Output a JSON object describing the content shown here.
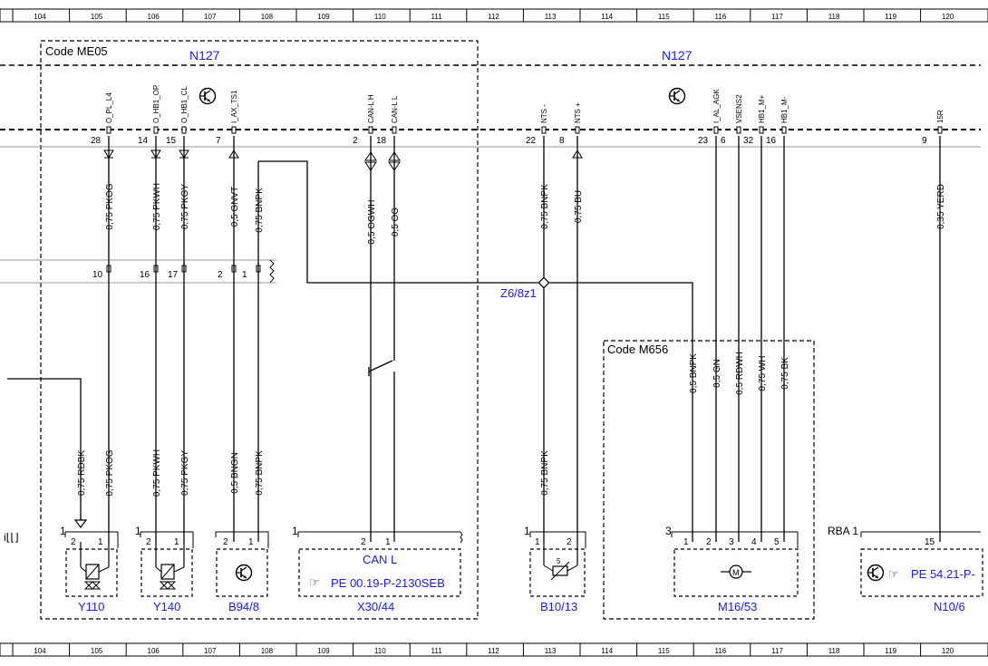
{
  "grid_columns": [
    "104",
    "105",
    "106",
    "107",
    "108",
    "109",
    "110",
    "111",
    "112",
    "113",
    "114",
    "115",
    "116",
    "117",
    "118",
    "119",
    "120"
  ],
  "code_boxes": {
    "me05": "Code ME05",
    "m656": "Code M656"
  },
  "module": {
    "left_label": "N127",
    "right_label": "N127"
  },
  "upper_pins": [
    {
      "signal": "O_PL_L4",
      "pin": "28",
      "wire": "0,75 PKOG"
    },
    {
      "signal": "O_HB1_OP",
      "pin": "14",
      "wire": "0,75 PKWH"
    },
    {
      "signal": "O_HB1_CL",
      "pin": "15",
      "wire": "0,75 PKGY"
    },
    {
      "signal": "I_AX_TS1",
      "pin": "7",
      "wire": "0,5 GNVT"
    },
    {
      "signal": "",
      "pin": "",
      "wire": "0,75 BNPK"
    },
    {
      "signal": "CAN-L H",
      "pin": "2",
      "wire": "0,5 OGWH"
    },
    {
      "signal": "CAN-L L",
      "pin": "18",
      "wire": "0,5 OG"
    },
    {
      "signal": "NTS -",
      "pin": "22",
      "wire": "0,75 BNPK"
    },
    {
      "signal": "NTS +",
      "pin": "8",
      "wire": "0,75 BU"
    },
    {
      "signal": "I_AL_AGK",
      "pin": "23",
      "wire": ""
    },
    {
      "signal": "VSENS2",
      "pin": "6",
      "wire": ""
    },
    {
      "signal": "HB1_M+",
      "pin": "32",
      "wire": ""
    },
    {
      "signal": "HB1_M-",
      "pin": "16",
      "wire": ""
    },
    {
      "signal": "15R",
      "pin": "9",
      "wire": "0,35 YERD"
    }
  ],
  "connector_pins": [
    "10",
    "16",
    "17",
    "2",
    "1"
  ],
  "splice": "Z6/8z1",
  "m656_wires": [
    "0,5 BNPK",
    "0,5 GN",
    "0,5 RDWH",
    "0,75 WH",
    "0,75 BK"
  ],
  "lower_wires": [
    "0,75 RDBK",
    "0,75 PKOG",
    "0,75 PKWH",
    "0,75 PKGY",
    "0,5 BNGN",
    "0,75 BNPK",
    "0,75 BNPK"
  ],
  "components": {
    "y110": {
      "label": "Y110",
      "num": "1",
      "pin_a": "2",
      "pin_b": "1"
    },
    "y140": {
      "label": "Y140",
      "num": "1",
      "pin_a": "2",
      "pin_b": "1"
    },
    "b94": {
      "label": "B94/8",
      "pin_a": "2",
      "pin_b": "1"
    },
    "x30": {
      "label": "X30/44",
      "num": "1",
      "pin_a": "2",
      "pin_b": "1",
      "title": "CAN L",
      "ref": "PE 00.19-P-2130SEB"
    },
    "b10": {
      "label": "B10/13",
      "num": "1",
      "pin_a": "1",
      "pin_b": "2",
      "symbol": "5"
    },
    "m16": {
      "label": "M16/53",
      "num": "3",
      "pins": [
        "1",
        "2",
        "3",
        "4",
        "5"
      ]
    },
    "n10": {
      "label": "N10/6",
      "num": "RBA 1",
      "pin": "15",
      "ref": "PE 54.21-P-"
    }
  }
}
